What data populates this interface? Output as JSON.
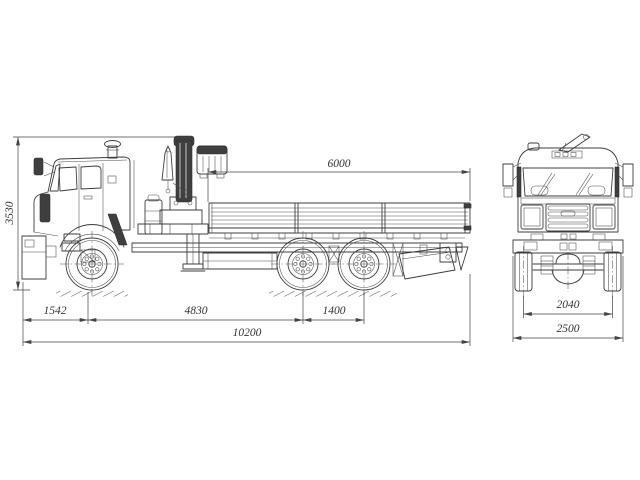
{
  "dims": {
    "side": {
      "overall_height": "3530",
      "platform_length": "6000",
      "front_overhang": "1542",
      "wheelbase": "4830",
      "rear_bogie_spacing": "1400",
      "overall_length": "10200"
    },
    "front": {
      "track_width": "2040",
      "overall_width": "2500"
    }
  },
  "colors": {
    "line": "#3d3d3d",
    "dimension_text": "#333333",
    "background": "#ffffff"
  }
}
